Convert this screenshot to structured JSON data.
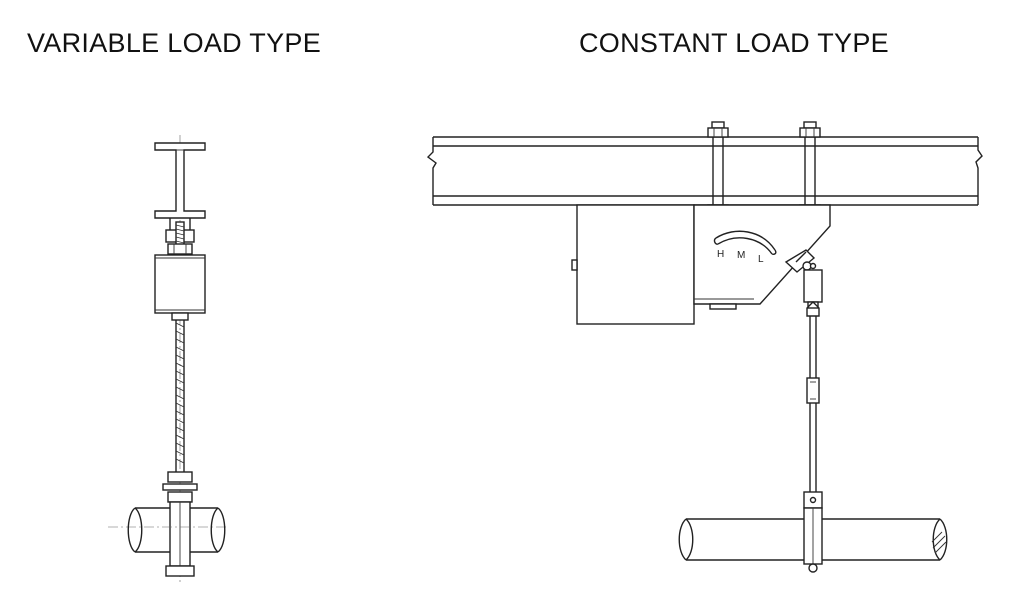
{
  "titles": {
    "left": "VARIABLE LOAD TYPE",
    "right": "CONSTANT LOAD TYPE"
  },
  "scale_marks": {
    "h": "H",
    "m": "M",
    "l": "L"
  }
}
